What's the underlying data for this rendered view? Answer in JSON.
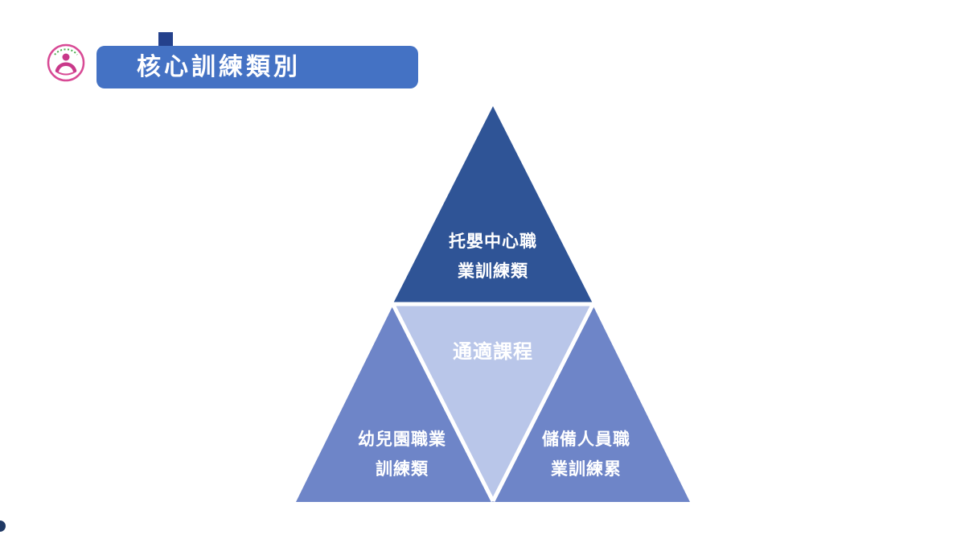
{
  "header": {
    "title": "核心訓練類別"
  },
  "colors": {
    "header_bar": "#4472C4",
    "header_accent": "#24418C",
    "top_triangle": "#2F5496",
    "middle_triangle": "#B9C6E9",
    "side_triangle": "#6E85C8",
    "label_text": "#FFFFFF",
    "logo_ring": "#D84A95",
    "logo_figure": "#C9388A",
    "logo_green": "#4CAF50"
  },
  "pyramid": {
    "top": {
      "line1": "托嬰中心職",
      "line2": "業訓練類"
    },
    "middle": {
      "label": "通適課程"
    },
    "bottom_left": {
      "line1": "幼兒園職業",
      "line2": "訓練類"
    },
    "bottom_right": {
      "line1": "儲備人員職",
      "line2": "業訓練累"
    }
  }
}
